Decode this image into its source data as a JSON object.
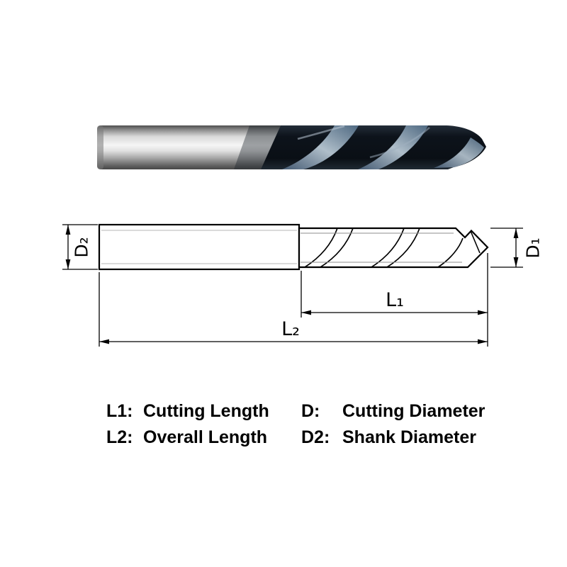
{
  "diagram": {
    "d1_label": "D₁",
    "d2_label": "D₂",
    "l1_label": "L₁",
    "l2_label": "L₂"
  },
  "legend": {
    "rows": [
      {
        "left_key": "L1:",
        "left_value": "Cutting Length",
        "right_key": "D:",
        "right_value": "Cutting Diameter"
      },
      {
        "left_key": "L2:",
        "left_value": "Overall Length",
        "right_key": "D2:",
        "right_value": "Shank Diameter"
      }
    ]
  },
  "colors": {
    "outline": "#000000",
    "coating_dark": "#0d131b",
    "coating_highlight": "#c2d2de",
    "shank_metal": "#d9d9d9",
    "background": "#ffffff"
  }
}
